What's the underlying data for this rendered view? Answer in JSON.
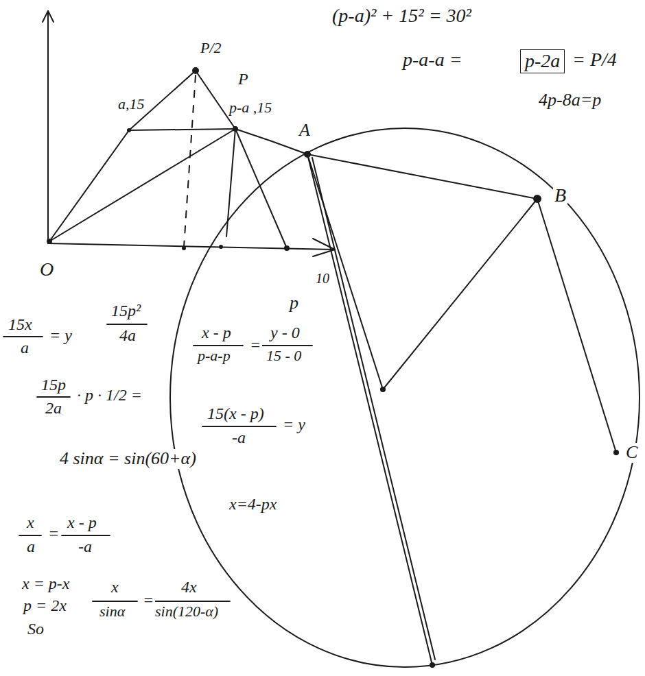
{
  "diagram": {
    "nodes": [
      {
        "text": [
          "p-2a"
        ]
      }
    ],
    "labels": [
      "(p-a)² + 15² = 30²",
      "p-a-a =",
      "= P/4",
      "4p-8a=p",
      "P/2",
      "P",
      "a,15",
      "p-a ,15",
      "A",
      "B",
      "C",
      "O",
      "10",
      "p",
      "15x",
      "a",
      "= y",
      "15p²",
      "4a",
      "x - p",
      "p-a-p",
      "=",
      "y - 0",
      "15 - 0",
      "15p",
      "2a",
      "· p · 1/2 =",
      "15(x - p)",
      "-a",
      "= y",
      "4 sinα = sin(60+α)",
      "x=4-px",
      "x",
      "a",
      "=",
      "x - p",
      "-a",
      "x = p-x",
      "p = 2x",
      "So",
      "x",
      "sinα",
      "=",
      "4x",
      "sin(120-α)"
    ]
  }
}
